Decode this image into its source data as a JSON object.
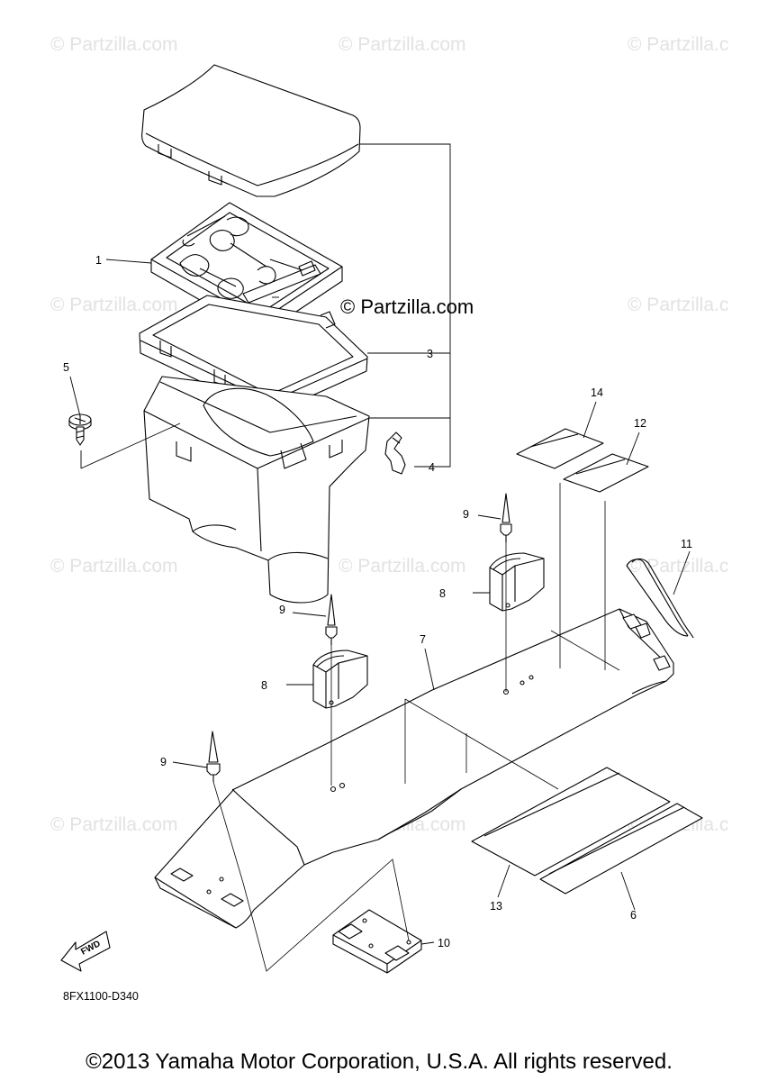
{
  "watermark": {
    "text": "© Partzilla.com",
    "text_right_clipped": "© Partzilla.c",
    "center_text": "© Partzilla.com"
  },
  "callouts": [
    {
      "id": "c1",
      "label": "1"
    },
    {
      "id": "c3",
      "label": "3"
    },
    {
      "id": "c4",
      "label": "4"
    },
    {
      "id": "c5",
      "label": "5"
    },
    {
      "id": "c6",
      "label": "6"
    },
    {
      "id": "c7",
      "label": "7"
    },
    {
      "id": "c8a",
      "label": "8"
    },
    {
      "id": "c8b",
      "label": "8"
    },
    {
      "id": "c9a",
      "label": "9"
    },
    {
      "id": "c9b",
      "label": "9"
    },
    {
      "id": "c9c",
      "label": "9"
    },
    {
      "id": "c10",
      "label": "10"
    },
    {
      "id": "c11",
      "label": "11"
    },
    {
      "id": "c12",
      "label": "12"
    },
    {
      "id": "c13",
      "label": "13"
    },
    {
      "id": "c14",
      "label": "14"
    }
  ],
  "fwd_label": "FWD",
  "diagram_code": "8FX1100-D340",
  "copyright": "©2013 Yamaha Motor Corporation, U.S.A. All rights reserved."
}
